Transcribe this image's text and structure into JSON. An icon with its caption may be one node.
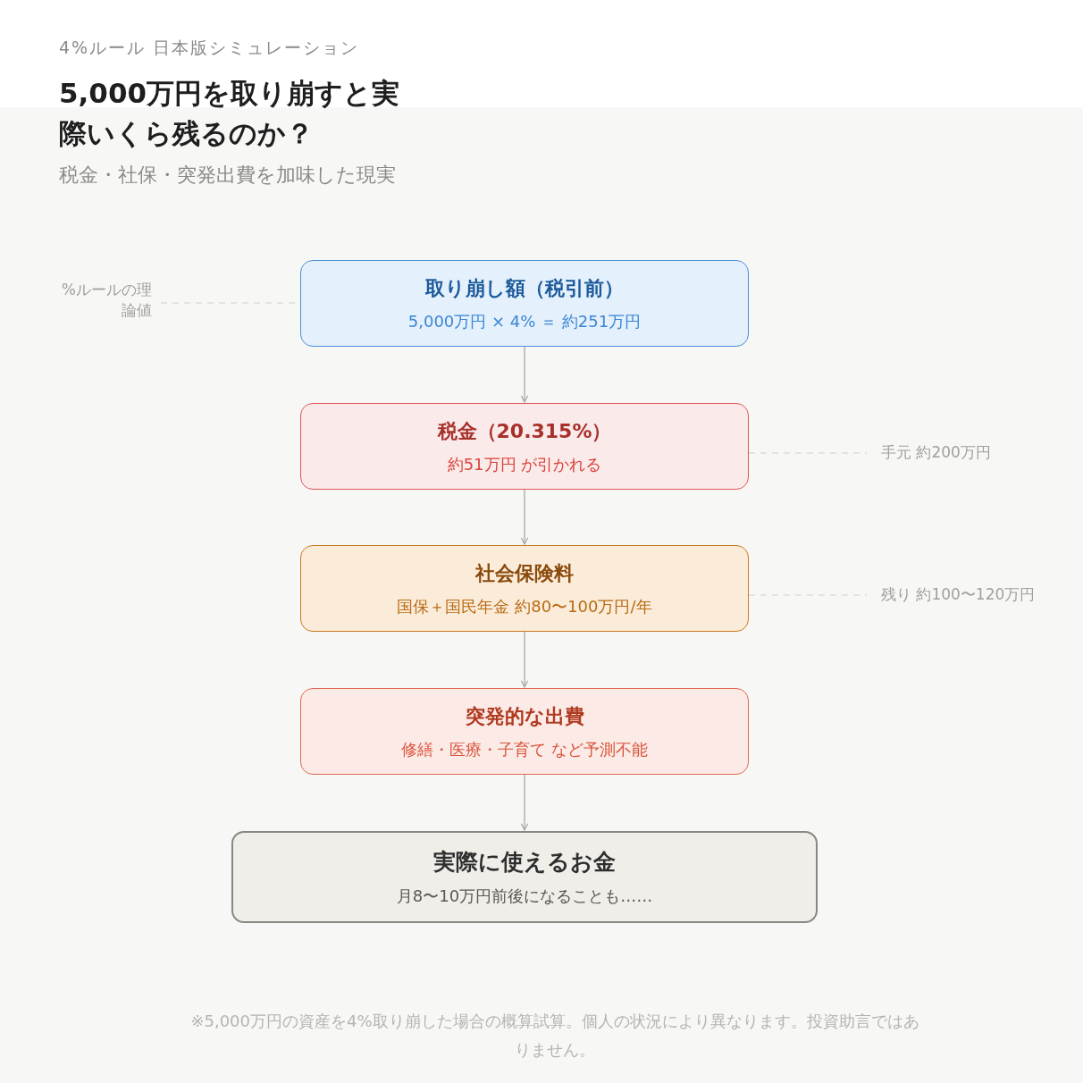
{
  "diagram": {
    "title": "5,000万円を取り崩すと実際いくら残るのか？",
    "caption": "※5,000万円の資産を4%取り崩した場合の概算試算。個人の状況により異なります。投資助言ではありません。",
    "labels": [
      "4%ルール 日本版シミュレーション",
      "税金・社保・突発出費を加味した現実"
    ],
    "nodes": [
      {
        "text": [
          "取り崩し額（税引前）",
          "5,000万円 × 4% ＝ 約251万円"
        ]
      },
      {
        "text": [
          "税金（20.315%）",
          "約51万円 が引かれる"
        ]
      },
      {
        "text": [
          "社会保険料",
          "国保＋国民年金 約80〜100万円/年"
        ]
      },
      {
        "text": [
          "突発的な出費",
          "修繕・医療・子育て など予測不能"
        ]
      },
      {
        "text": [
          "実際に使えるお金",
          "月8〜10万円前後になることも……"
        ]
      },
      {
        "text": [
          "%ルールの理論値"
        ]
      },
      {
        "text": [
          "手元 約200万円"
        ]
      },
      {
        "text": [
          "残り 約100〜120万円"
        ]
      }
    ],
    "edges": [
      {
        "from": 0,
        "to": 1,
        "arrow": "to"
      },
      {
        "from": 1,
        "to": 2,
        "arrow": "to"
      },
      {
        "from": 2,
        "to": 3,
        "arrow": "to"
      },
      {
        "from": 3,
        "to": 4,
        "arrow": "to"
      },
      {
        "from": 5,
        "to": 0,
        "arrow": "none",
        "style": "dashed",
        "color": "#dddddd"
      },
      {
        "from": 1,
        "to": 6,
        "arrow": "none",
        "style": "dashed",
        "color": "#dddddd"
      },
      {
        "from": 2,
        "to": 7,
        "arrow": "none",
        "style": "dashed",
        "color": "#dddddd"
      }
    ]
  }
}
